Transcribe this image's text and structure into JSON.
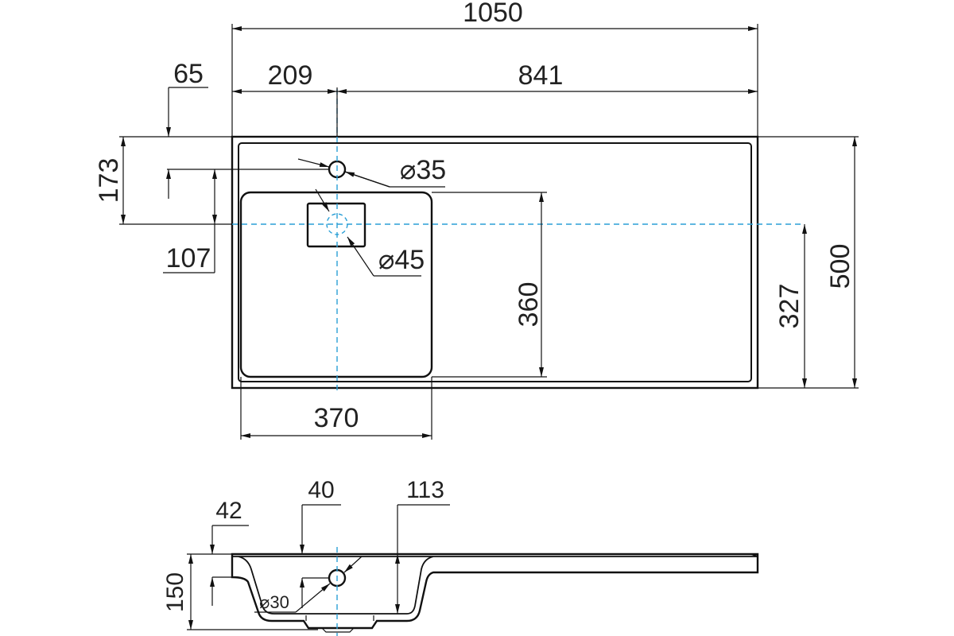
{
  "top_view": {
    "dimensions": {
      "overall_length": "1050",
      "tap_offset_left": "209",
      "tap_offset_right": "841",
      "tap_offset_from_back": "65",
      "drain_offset_from_back": "173",
      "tap_to_drain": "107",
      "tap_hole_diameter": "⌀35",
      "drain_diameter": "⌀45",
      "bowl_depth": "360",
      "drain_to_front": "327",
      "overall_width": "500",
      "bowl_width": "370"
    }
  },
  "side_view": {
    "dimensions": {
      "overall_height": "150",
      "lip_height": "42",
      "overflow_height": "40",
      "bowl_depth": "113",
      "overflow_diameter": "⌀30"
    }
  },
  "colors": {
    "centerline": "#2a9fd6",
    "line": "#111111"
  }
}
